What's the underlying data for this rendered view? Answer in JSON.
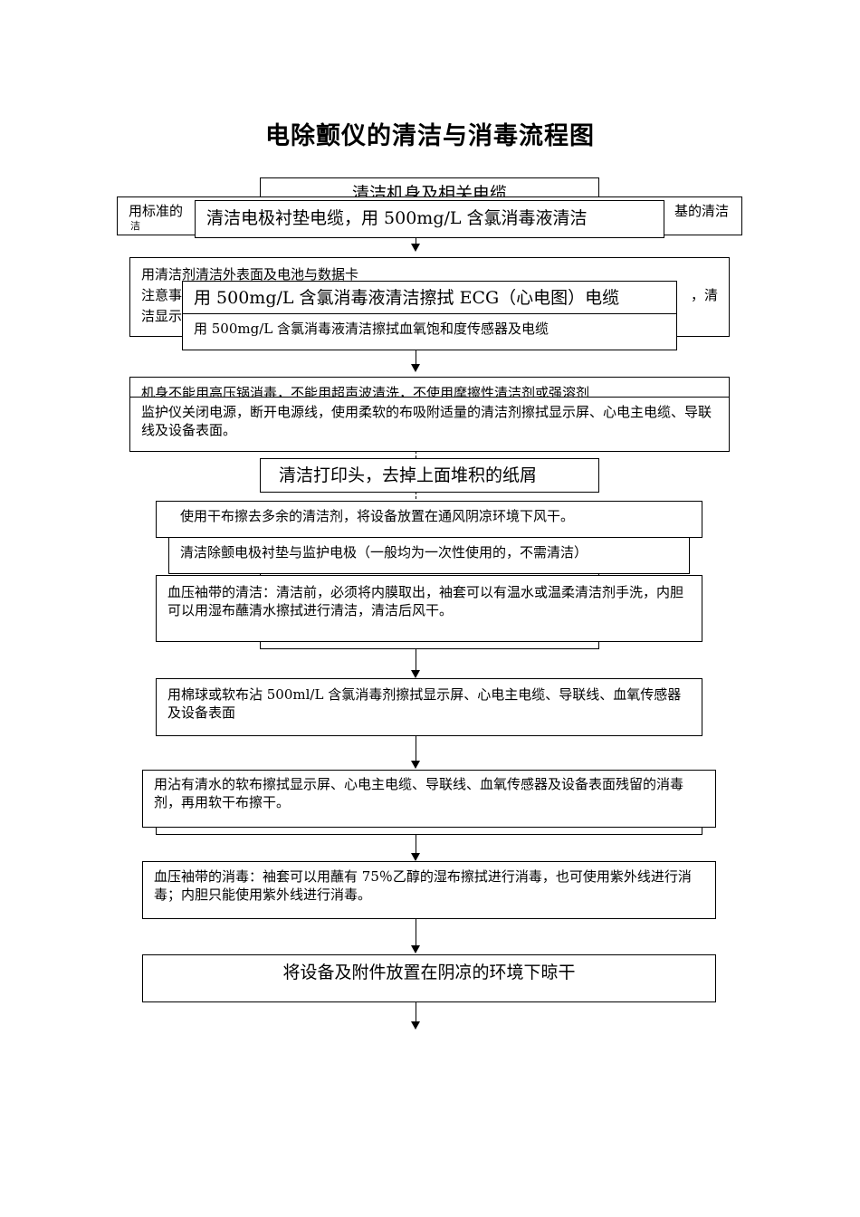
{
  "title": "电除颤仪的清洁与消毒流程图",
  "boxes": {
    "b01": "清洁机身及相关电缆",
    "b02": "用标准的",
    "b02b": "基的清洁",
    "b02c": "洁",
    "b03": "清洁电极衬垫电缆，用 500mg/L 含氯消毒液清洁",
    "b04": "用清洁剂清洁外表面及电池与数据卡",
    "b04b": "注意事",
    "b04c": "，清",
    "b04d": "洁显示",
    "b05": "用 500mg/L 含氯消毒液清洁擦拭 ECG（心电图）电缆",
    "b06": "用 500mg/L 含氯消毒液清洁擦拭血氧饱和度传感器及电缆",
    "b07": "机身不能用高压锅消毒，不能用超声波清洗，不使用摩擦性清洁剂或强溶剂",
    "b08": "监护仪关闭电源，断开电源线，使用柔软的布吸附适量的清洁剂擦拭显示屏、心电主电缆、导联线及设备表面。",
    "b09": "清洁打印头，去掉上面堆积的纸屑",
    "b10": "使用干布擦去多余的清洁剂，将设备放置在通风阴凉环境下风干。",
    "b11": "清洁除颤电极衬垫与监护电极（一般均为一次性使用的，不需清洁）",
    "b12": "血压袖带的清洁：清洁前，必须将内膜取出，袖套可以有温水或温柔清洁剂手洗，内胆可以用湿布蘸清水擦拭进行清洁，清洁后风干。",
    "b13": "用棉球或软布沾 500ml/L 含氯消毒剂擦拭显示屏、心电主电缆、导联线、血氧传感器及设备表面",
    "b14": "用沾有清水的软布擦拭显示屏、心电主电缆、导联线、血氧传感器及设备表面残留的消毒剂，再用软干布擦干。",
    "b15": "血压袖带的消毒：袖套可以用蘸有 75％乙醇的湿布擦拭进行消毒，也可使用紫外线进行消毒；内胆只能使用紫外线进行消毒。",
    "b16": "将设备及附件放置在阴凉的环境下晾干"
  }
}
